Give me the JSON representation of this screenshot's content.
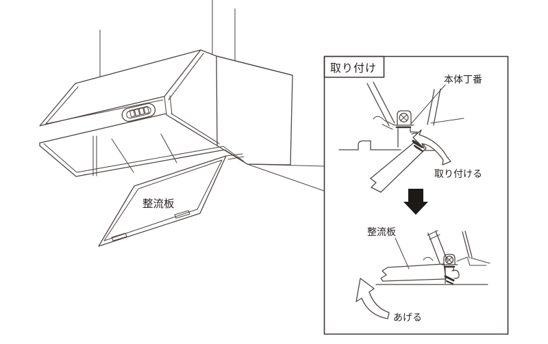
{
  "illustration": {
    "baffle_plate_label": "整流板"
  },
  "detail_panel": {
    "title": "取り付け",
    "step1": {
      "part_label": "本体丁番",
      "action_label": "取り付ける"
    },
    "step2": {
      "part_label": "整流板",
      "action_label": "あげる"
    }
  },
  "icons": {
    "next_step_arrow": "solid-down-arrow",
    "attach_arrow": "curved-hollow-arrow-up-left",
    "lift_arrow": "curved-hollow-arrow-up"
  },
  "colors": {
    "line": "#4b4542",
    "text": "#262220",
    "arrow_fill": "#1c1917",
    "background": "#ffffff"
  }
}
